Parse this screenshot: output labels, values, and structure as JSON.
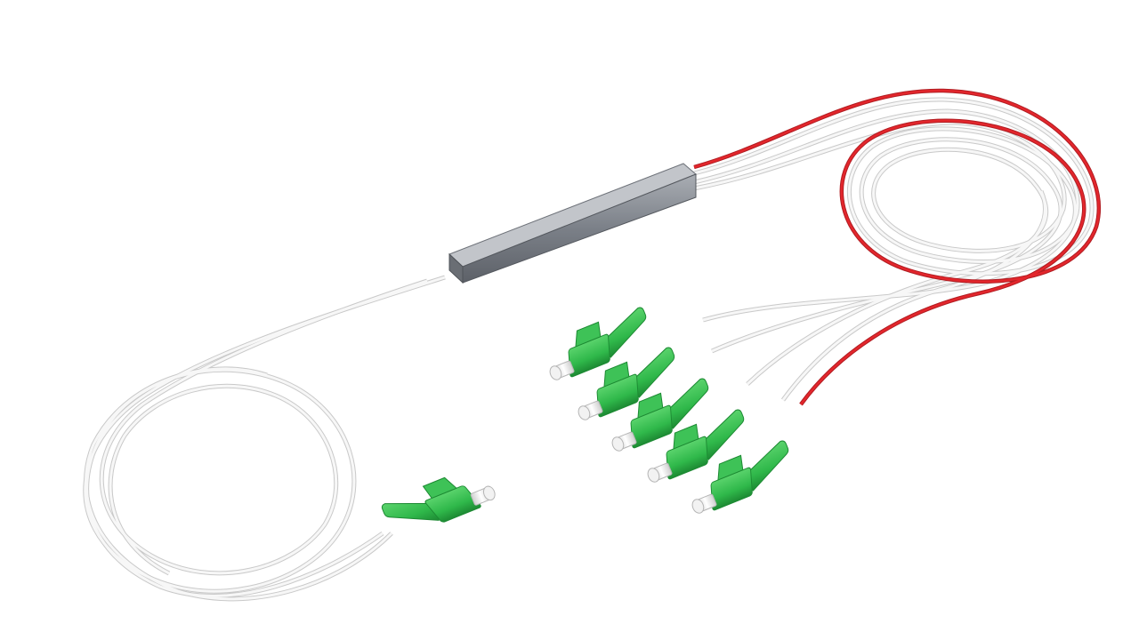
{
  "scene": {
    "subject": "fiber-optic-plc-splitter",
    "colors": {
      "background": "#ffffff",
      "fiber_white": "#f4f4f4",
      "fiber_outline": "#c9c9c9",
      "fiber_red": "#e3262c",
      "connector_green": "#2fb84a",
      "connector_dark_green": "#1d8a33",
      "housing_gray": "#7b8088",
      "ferrule_white": "#eeeeee"
    },
    "components": {
      "splitter_housing": "steel-tube",
      "input_connectors": 1,
      "output_connectors": 5,
      "connector_type_icon": "lc-apc-connector-icon"
    }
  }
}
